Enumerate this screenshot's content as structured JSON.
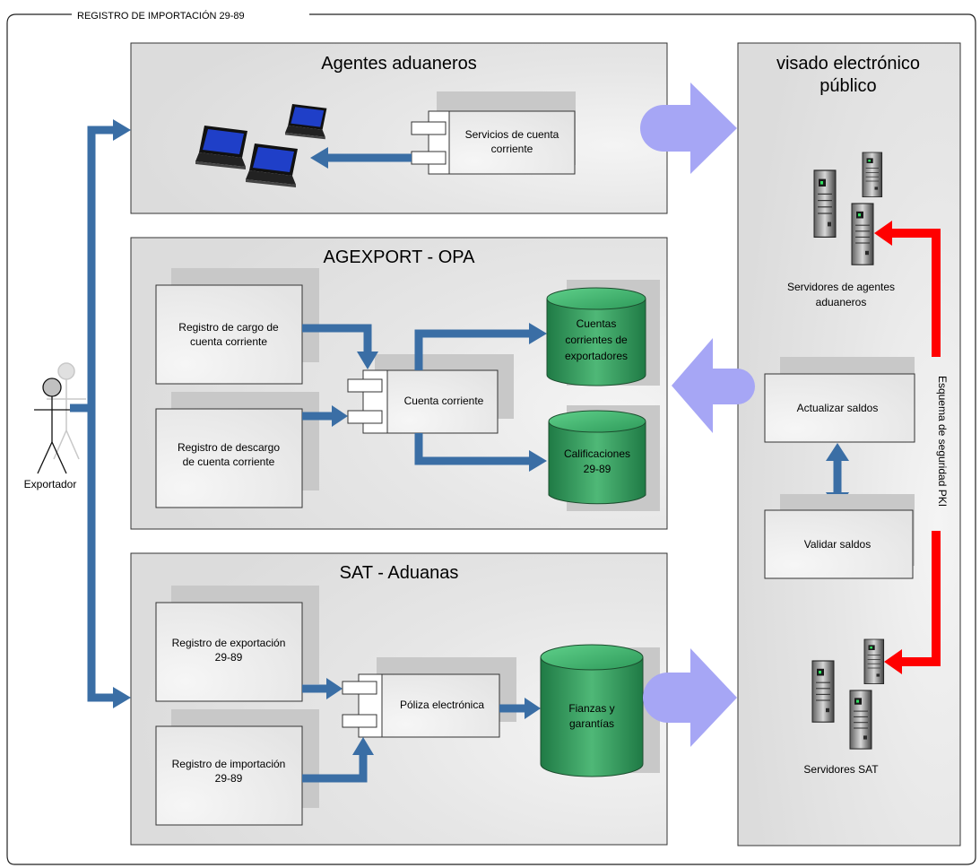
{
  "frame": {
    "title": "REGISTRO DE IMPORTACIÓN 29-89"
  },
  "actor": {
    "label": "Exportador"
  },
  "agentes": {
    "title": "Agentes aduaneros",
    "component": [
      "Servicios de cuenta",
      "corriente"
    ]
  },
  "agexport": {
    "title": "AGEXPORT - OPA",
    "doc_cargo": [
      "Registro de cargo de",
      "cuenta corriente"
    ],
    "doc_descargo": [
      "Registro de descargo",
      "de cuenta corriente"
    ],
    "component": "Cuenta corriente",
    "db_cuentas": [
      "Cuentas",
      "corrientes de",
      "exportadores"
    ],
    "db_calif": [
      "Calificaciones",
      "29-89"
    ]
  },
  "sat": {
    "title": "SAT - Aduanas",
    "doc_export": [
      "Registro de exportación",
      "29-89"
    ],
    "doc_import": [
      "Registro de importación",
      "29-89"
    ],
    "component": "Póliza electrónica",
    "db_fianzas": [
      "Fianzas y",
      "garantías"
    ]
  },
  "visado": {
    "title": [
      "visado electrónico",
      "público"
    ],
    "servers_agentes": [
      "Servidores de agentes",
      "aduaneros"
    ],
    "actualizar": "Actualizar saldos",
    "validar": "Validar saldos",
    "servers_sat": "Servidores SAT",
    "pki_label": "Esquema de seguridad PKI"
  },
  "colors": {
    "arrow_blue": "#3a6ea5",
    "block_arrow": "#a6a6f5",
    "pki_red": "#ff0000",
    "db_green": "#2e9a5a"
  }
}
